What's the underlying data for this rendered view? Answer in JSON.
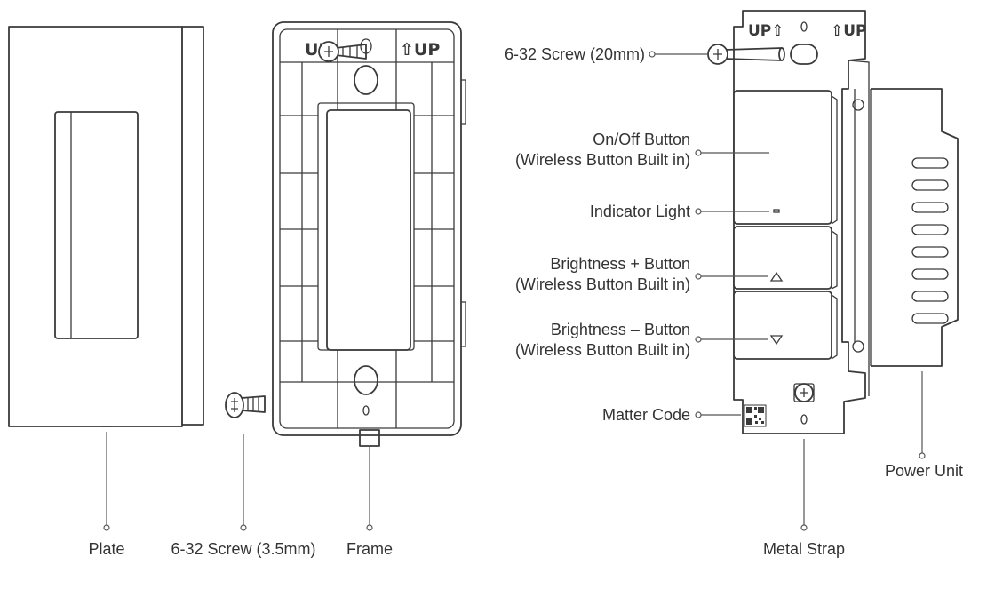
{
  "labels": {
    "plate": "Plate",
    "screw_short": "6-32 Screw (3.5mm)",
    "frame": "Frame",
    "screw_long": "6-32 Screw (20mm)",
    "onoff_line1": "On/Off Button",
    "onoff_line2": "(Wireless Button Built in)",
    "indicator": "Indicator Light",
    "bright_plus_line1": "Brightness + Button",
    "bright_plus_line2": "(Wireless Button Built in)",
    "bright_minus_line1": "Brightness – Button",
    "bright_minus_line2": "(Wireless Button Built in)",
    "matter": "Matter Code",
    "metal_strap": "Metal Strap",
    "power_unit": "Power Unit"
  },
  "markings": {
    "frame_up_left": "UP",
    "frame_up_right": "⇧UP",
    "strap_up_left": "UP⇧",
    "strap_up_right": "⇧UP"
  },
  "icons": [
    "phillips-screw-icon",
    "qr-code-icon",
    "triangle-up-icon",
    "triangle-down-icon"
  ]
}
